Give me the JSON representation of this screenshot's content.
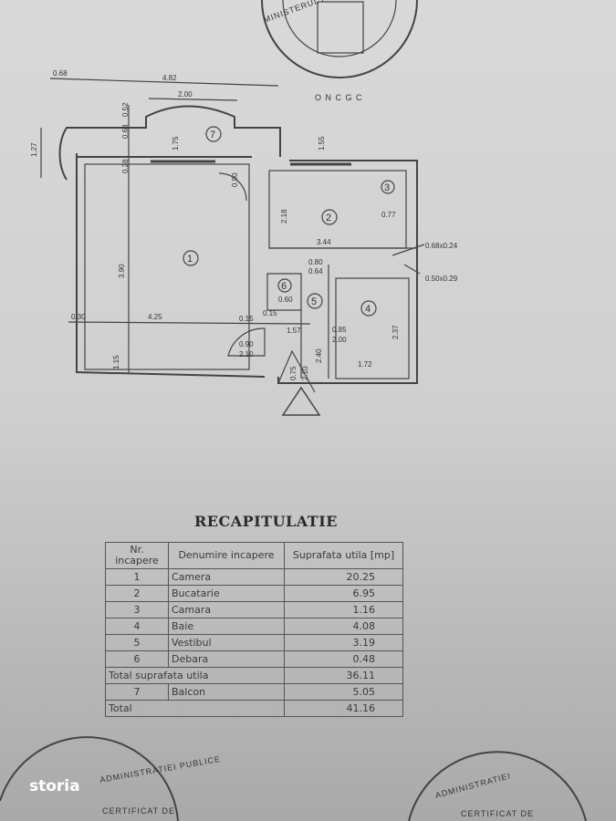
{
  "plan": {
    "dims": [
      "0.68",
      "4.82",
      "2.00",
      "1.27",
      "0.52",
      "0.68",
      "0.28",
      "1.75",
      "0.90",
      "1.55",
      "2.18",
      "0.77",
      "3.44",
      "0.68x0.24",
      "0.50x0.29",
      "0.80",
      "0.64",
      "0.60",
      "3.90",
      "0.30",
      "4.25",
      "0.15",
      "1.57",
      "0.85",
      "2.00",
      "2.40",
      "2.37",
      "0.90",
      "2.10",
      "0.75",
      "2.10",
      "1.72",
      "0.15",
      "1.15"
    ],
    "rooms": [
      "1",
      "2",
      "3",
      "4",
      "5",
      "6",
      "7"
    ]
  },
  "stamps": {
    "top": "MINISTERUL ADMINISTRATIEI PUBLICE",
    "top_bottom": "O N C G C",
    "bottom_left": "ADMINISTRATIEI PUBLICE",
    "bottom_left_inner": "CERTIFICAT DE",
    "bottom_right": "ADMINISTRATIEI",
    "bottom_right_inner": "CERTIFICAT DE"
  },
  "recap": {
    "title": "RECAPITULATIE",
    "headers": [
      "Nr. incapere",
      "Denumire incapere",
      "Suprafata utila [mp]"
    ],
    "rows": [
      {
        "nr": "1",
        "name": "Camera",
        "area": "20.25"
      },
      {
        "nr": "2",
        "name": "Bucatarie",
        "area": "6.95"
      },
      {
        "nr": "3",
        "name": "Camara",
        "area": "1.16"
      },
      {
        "nr": "4",
        "name": "Baie",
        "area": "4.08"
      },
      {
        "nr": "5",
        "name": "Vestibul",
        "area": "3.19"
      },
      {
        "nr": "6",
        "name": "Debara",
        "area": "0.48"
      }
    ],
    "subtotal_label": "Total suprafata utila",
    "subtotal": "36.11",
    "balcony": {
      "nr": "7",
      "name": "Balcon",
      "area": "5.05"
    },
    "total_label": "Total",
    "total": "41.16"
  },
  "watermark": "storia"
}
